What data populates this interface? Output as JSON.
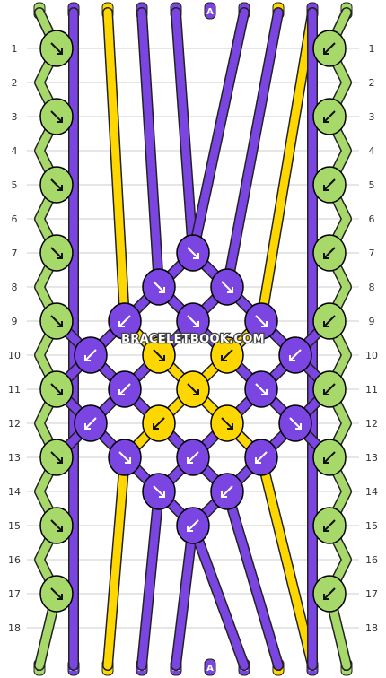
{
  "watermark": "BRACELETBOOK.COM",
  "colors": {
    "A": "#7a45e0",
    "B": "#a6d96a",
    "C": "#ffd700",
    "grid": "#cccccc",
    "outline": "#000000"
  },
  "columns_top": [
    "B",
    "A",
    "C",
    "A",
    "A",
    "A",
    "A",
    "C",
    "A",
    "B"
  ],
  "columns_bottom": [
    "B",
    "A",
    "C",
    "A",
    "A",
    "A",
    "A",
    "C",
    "A",
    "B"
  ],
  "rows": [
    "1",
    "2",
    "3",
    "4",
    "5",
    "6",
    "7",
    "8",
    "9",
    "10",
    "11",
    "12",
    "13",
    "14",
    "15",
    "16",
    "17",
    "18"
  ],
  "knots": [
    {
      "row": 1,
      "col": 1,
      "color": "B",
      "dir": "se"
    },
    {
      "row": 1,
      "col": 9,
      "color": "B",
      "dir": "sw"
    },
    {
      "row": 3,
      "col": 1,
      "color": "B",
      "dir": "se"
    },
    {
      "row": 3,
      "col": 9,
      "color": "B",
      "dir": "sw"
    },
    {
      "row": 5,
      "col": 1,
      "color": "B",
      "dir": "se"
    },
    {
      "row": 5,
      "col": 9,
      "color": "B",
      "dir": "sw"
    },
    {
      "row": 7,
      "col": 1,
      "color": "B",
      "dir": "se"
    },
    {
      "row": 7,
      "col": 5,
      "color": "A",
      "dir": "se"
    },
    {
      "row": 7,
      "col": 9,
      "color": "B",
      "dir": "sw"
    },
    {
      "row": 8,
      "col": 4,
      "color": "A",
      "dir": "se"
    },
    {
      "row": 8,
      "col": 6,
      "color": "A",
      "dir": "se"
    },
    {
      "row": 9,
      "col": 1,
      "color": "B",
      "dir": "se"
    },
    {
      "row": 9,
      "col": 3,
      "color": "A",
      "dir": "sw"
    },
    {
      "row": 9,
      "col": 5,
      "color": "A",
      "dir": "se"
    },
    {
      "row": 9,
      "col": 7,
      "color": "A",
      "dir": "se"
    },
    {
      "row": 9,
      "col": 9,
      "color": "B",
      "dir": "sw"
    },
    {
      "row": 10,
      "col": 2,
      "color": "A",
      "dir": "sw"
    },
    {
      "row": 10,
      "col": 4,
      "color": "C",
      "dir": "se"
    },
    {
      "row": 10,
      "col": 6,
      "color": "C",
      "dir": "sw"
    },
    {
      "row": 10,
      "col": 8,
      "color": "A",
      "dir": "sw"
    },
    {
      "row": 11,
      "col": 1,
      "color": "B",
      "dir": "se"
    },
    {
      "row": 11,
      "col": 3,
      "color": "A",
      "dir": "sw"
    },
    {
      "row": 11,
      "col": 5,
      "color": "C",
      "dir": "se"
    },
    {
      "row": 11,
      "col": 7,
      "color": "A",
      "dir": "se"
    },
    {
      "row": 11,
      "col": 9,
      "color": "B",
      "dir": "sw"
    },
    {
      "row": 12,
      "col": 2,
      "color": "A",
      "dir": "sw"
    },
    {
      "row": 12,
      "col": 4,
      "color": "C",
      "dir": "sw"
    },
    {
      "row": 12,
      "col": 6,
      "color": "C",
      "dir": "se"
    },
    {
      "row": 12,
      "col": 8,
      "color": "A",
      "dir": "se"
    },
    {
      "row": 13,
      "col": 1,
      "color": "B",
      "dir": "se"
    },
    {
      "row": 13,
      "col": 3,
      "color": "A",
      "dir": "se"
    },
    {
      "row": 13,
      "col": 5,
      "color": "A",
      "dir": "sw"
    },
    {
      "row": 13,
      "col": 7,
      "color": "A",
      "dir": "sw"
    },
    {
      "row": 13,
      "col": 9,
      "color": "B",
      "dir": "sw"
    },
    {
      "row": 14,
      "col": 4,
      "color": "A",
      "dir": "se"
    },
    {
      "row": 14,
      "col": 6,
      "color": "A",
      "dir": "sw"
    },
    {
      "row": 15,
      "col": 1,
      "color": "B",
      "dir": "se"
    },
    {
      "row": 15,
      "col": 5,
      "color": "A",
      "dir": "sw"
    },
    {
      "row": 15,
      "col": 9,
      "color": "B",
      "dir": "sw"
    },
    {
      "row": 17,
      "col": 1,
      "color": "B",
      "dir": "se"
    },
    {
      "row": 17,
      "col": 9,
      "color": "B",
      "dir": "sw"
    }
  ],
  "segments": [
    {
      "color": "C",
      "pts": [
        [
          2,
          0
        ],
        [
          3,
          9
        ]
      ]
    },
    {
      "color": "C",
      "pts": [
        [
          8,
          0
        ],
        [
          7,
          9
        ]
      ]
    },
    {
      "color": "C",
      "pts": [
        [
          3,
          13
        ],
        [
          2,
          19
        ]
      ]
    },
    {
      "color": "C",
      "pts": [
        [
          7,
          13
        ],
        [
          8,
          19
        ]
      ]
    },
    {
      "color": "A",
      "pts": [
        [
          3,
          0
        ],
        [
          4,
          8
        ]
      ]
    },
    {
      "color": "A",
      "pts": [
        [
          4,
          0
        ],
        [
          5,
          7
        ]
      ]
    },
    {
      "color": "A",
      "pts": [
        [
          6,
          0
        ],
        [
          5,
          7
        ]
      ]
    },
    {
      "color": "A",
      "pts": [
        [
          7,
          0
        ],
        [
          6,
          8
        ]
      ]
    },
    {
      "color": "A",
      "pts": [
        [
          4,
          14
        ],
        [
          3,
          19
        ]
      ]
    },
    {
      "color": "A",
      "pts": [
        [
          5,
          15
        ],
        [
          4,
          19
        ]
      ]
    },
    {
      "color": "A",
      "pts": [
        [
          5,
          15
        ],
        [
          6,
          19
        ]
      ]
    },
    {
      "color": "A",
      "pts": [
        [
          6,
          14
        ],
        [
          7,
          19
        ]
      ]
    },
    {
      "color": "A",
      "pts": [
        [
          1,
          0
        ],
        [
          1,
          19
        ]
      ]
    },
    {
      "color": "A",
      "pts": [
        [
          9,
          0
        ],
        [
          9,
          19
        ]
      ]
    },
    {
      "color": "A",
      "pts": [
        [
          1,
          9
        ],
        [
          2,
          10
        ],
        [
          3,
          9
        ],
        [
          4,
          8
        ],
        [
          5,
          7
        ],
        [
          6,
          8
        ],
        [
          7,
          9
        ],
        [
          8,
          10
        ],
        [
          9,
          9
        ]
      ]
    },
    {
      "color": "A",
      "pts": [
        [
          1,
          11
        ],
        [
          2,
          10
        ],
        [
          3,
          11
        ],
        [
          4,
          12
        ],
        [
          5,
          13
        ],
        [
          6,
          12
        ],
        [
          7,
          11
        ],
        [
          8,
          10
        ],
        [
          9,
          11
        ]
      ]
    },
    {
      "color": "A",
      "pts": [
        [
          1,
          11
        ],
        [
          2,
          12
        ],
        [
          3,
          11
        ],
        [
          4,
          10
        ],
        [
          5,
          9
        ],
        [
          6,
          10
        ],
        [
          7,
          11
        ],
        [
          8,
          12
        ],
        [
          9,
          11
        ]
      ]
    },
    {
      "color": "A",
      "pts": [
        [
          1,
          13
        ],
        [
          2,
          12
        ],
        [
          3,
          13
        ],
        [
          4,
          14
        ],
        [
          5,
          15
        ],
        [
          6,
          14
        ],
        [
          7,
          13
        ],
        [
          8,
          12
        ],
        [
          9,
          13
        ]
      ]
    },
    {
      "color": "A",
      "pts": [
        [
          3,
          9
        ],
        [
          4,
          10
        ]
      ]
    },
    {
      "color": "A",
      "pts": [
        [
          4,
          8
        ],
        [
          5,
          9
        ],
        [
          6,
          8
        ]
      ]
    },
    {
      "color": "A",
      "pts": [
        [
          6,
          10
        ],
        [
          7,
          9
        ]
      ]
    },
    {
      "color": "A",
      "pts": [
        [
          3,
          13
        ],
        [
          4,
          12
        ]
      ]
    },
    {
      "color": "A",
      "pts": [
        [
          4,
          14
        ],
        [
          5,
          13
        ],
        [
          6,
          14
        ]
      ]
    },
    {
      "color": "A",
      "pts": [
        [
          6,
          12
        ],
        [
          7,
          13
        ]
      ]
    },
    {
      "color": "C",
      "pts": [
        [
          3,
          9
        ],
        [
          4,
          10
        ],
        [
          5,
          11
        ],
        [
          6,
          12
        ],
        [
          7,
          13
        ]
      ]
    },
    {
      "color": "C",
      "pts": [
        [
          7,
          9
        ],
        [
          6,
          10
        ],
        [
          5,
          11
        ],
        [
          4,
          12
        ],
        [
          3,
          13
        ]
      ]
    },
    {
      "color": "B",
      "pts": [
        [
          0,
          0
        ],
        [
          1,
          1
        ],
        [
          0,
          2
        ],
        [
          1,
          3
        ],
        [
          0,
          4
        ],
        [
          1,
          5
        ],
        [
          0,
          6
        ],
        [
          1,
          7
        ],
        [
          0,
          8
        ],
        [
          1,
          9
        ],
        [
          0,
          10
        ],
        [
          1,
          11
        ],
        [
          0,
          12
        ],
        [
          1,
          13
        ],
        [
          0,
          14
        ],
        [
          1,
          15
        ],
        [
          0,
          16
        ],
        [
          1,
          17
        ],
        [
          0,
          19
        ]
      ]
    },
    {
      "color": "B",
      "pts": [
        [
          10,
          0
        ],
        [
          9,
          1
        ],
        [
          10,
          2
        ],
        [
          9,
          3
        ],
        [
          10,
          4
        ],
        [
          9,
          5
        ],
        [
          10,
          6
        ],
        [
          9,
          7
        ],
        [
          10,
          8
        ],
        [
          9,
          9
        ],
        [
          10,
          10
        ],
        [
          9,
          11
        ],
        [
          10,
          12
        ],
        [
          9,
          13
        ],
        [
          10,
          14
        ],
        [
          9,
          15
        ],
        [
          10,
          16
        ],
        [
          9,
          17
        ],
        [
          10,
          19
        ]
      ]
    }
  ]
}
